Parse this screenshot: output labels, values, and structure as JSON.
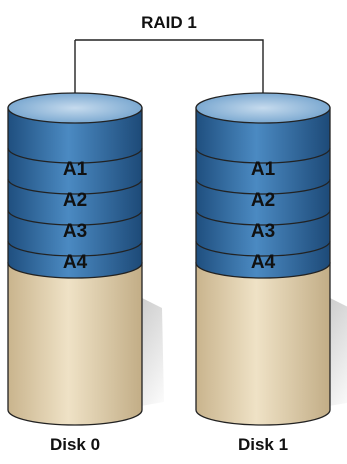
{
  "diagram": {
    "title": "RAID 1",
    "colors": {
      "blue_body": "#3e7bb4",
      "blue_top": "#9cc0dd",
      "tan_body": "#e6d6b4",
      "outline": "#222222"
    },
    "disks": [
      {
        "label": "Disk 0",
        "blocks": [
          "A1",
          "A2",
          "A3",
          "A4"
        ]
      },
      {
        "label": "Disk 1",
        "blocks": [
          "A1",
          "A2",
          "A3",
          "A4"
        ]
      }
    ]
  }
}
